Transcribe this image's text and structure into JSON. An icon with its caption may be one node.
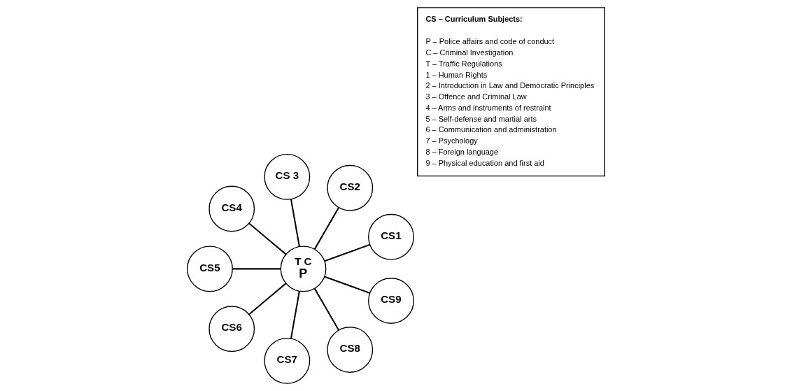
{
  "diagram": {
    "nodes": [
      {
        "text": [
          "T C",
          "P"
        ]
      },
      {
        "text": [
          "CS1"
        ]
      },
      {
        "text": [
          "CS2"
        ]
      },
      {
        "text": [
          "CS 3"
        ]
      },
      {
        "text": [
          "CS4"
        ]
      },
      {
        "text": [
          "CS5"
        ]
      },
      {
        "text": [
          "CS6"
        ]
      },
      {
        "text": [
          "CS7"
        ]
      },
      {
        "text": [
          "CS8"
        ]
      },
      {
        "text": [
          "CS9"
        ]
      },
      {
        "text": [
          "CS – Curriculum Subjects:",
          "P – Police affairs and code of conduct",
          "C – Criminal Investigation",
          "T – Traffic Regulations",
          "1 – Human Rights",
          "2 – Introduction in Law and Democratic Principles",
          "3 – Offence and Criminal Law",
          "4 – Arms and instruments of restraint",
          "5 – Self-defense and martial arts",
          "6 – Communication and administration",
          "7 – Psychology",
          "8 – Foreign language",
          "9 – Physical education and first aid"
        ]
      }
    ],
    "edges": [
      {
        "from": 0,
        "to": 1,
        "arrow": "none"
      },
      {
        "from": 0,
        "to": 2,
        "arrow": "none"
      },
      {
        "from": 0,
        "to": 3,
        "arrow": "none"
      },
      {
        "from": 0,
        "to": 4,
        "arrow": "none"
      },
      {
        "from": 0,
        "to": 5,
        "arrow": "none"
      },
      {
        "from": 0,
        "to": 6,
        "arrow": "none"
      },
      {
        "from": 0,
        "to": 7,
        "arrow": "none"
      },
      {
        "from": 0,
        "to": 8,
        "arrow": "none"
      },
      {
        "from": 0,
        "to": 9,
        "arrow": "none"
      }
    ]
  }
}
